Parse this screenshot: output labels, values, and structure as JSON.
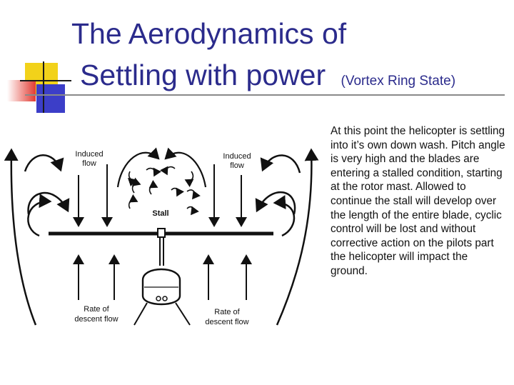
{
  "title": {
    "line1": "The Aerodynamics of",
    "line2": "Settling with power",
    "subtitle": "(Vortex Ring State)"
  },
  "description": "At this point the helicopter is settling into it’s own down wash. Pitch angle is very high and the blades are entering a stalled condition, starting at the rotor mast. Allowed to continue the stall will develop over the length of the entire blade, cyclic control will be lost and without corrective action on the pilots part the helicopter will impact the ground.",
  "diagram": {
    "induced_flow_left": [
      "Induced",
      "flow"
    ],
    "induced_flow_right": [
      "Induced",
      "flow"
    ],
    "stall": "Stall",
    "descent_left": [
      "Rate of",
      "descent flow"
    ],
    "descent_right": [
      "Rate of",
      "descent flow"
    ]
  },
  "colors": {
    "title": "#2b2b8c",
    "deco_yellow": "#f2d21a",
    "deco_red": "#e23b32",
    "deco_blue": "#3c3ec8"
  }
}
